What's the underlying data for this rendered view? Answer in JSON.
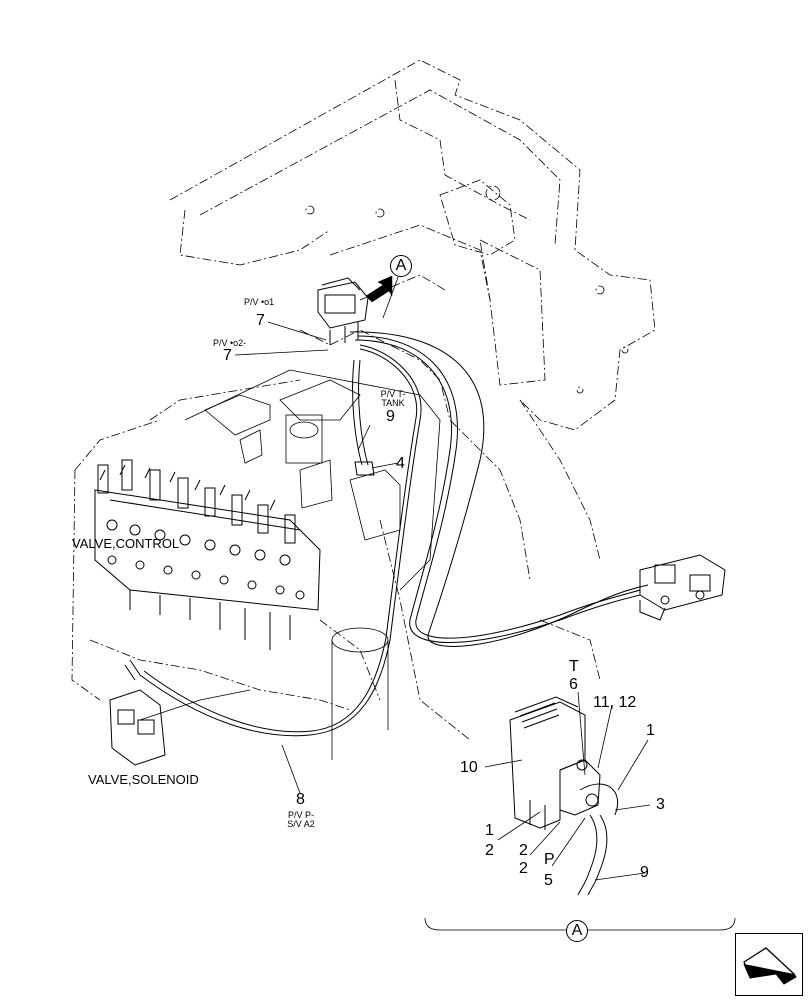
{
  "callout_letter": "A",
  "detail_callout_letter": "A",
  "labels": {
    "pv_o1": "P/V •o1",
    "pv_o2": "P/V •o2-",
    "pv_t_line1": "P/V T-",
    "pv_t_line2": "TANK",
    "pv_p_line1": "P/V P-",
    "pv_p_line2": "S/V A2",
    "valve_control": "VALVE,CONTROL",
    "valve_solenoid": "VALVE,SOLENOID",
    "detail_T": "T",
    "detail_P": "P"
  },
  "numbers": {
    "n7a": "7",
    "n7b": "7",
    "n9top": "9",
    "n4": "4",
    "n8": "8",
    "n6": "6",
    "n11_12": "11, 12",
    "n1a": "1",
    "n10": "10",
    "n3": "3",
    "n1b": "1",
    "n2a": "2",
    "n2b": "2",
    "n2c": "2",
    "n5": "5",
    "n9b": "9"
  },
  "icons": {
    "view_arrow": "arrow-icon",
    "nav": "next-page-icon"
  }
}
